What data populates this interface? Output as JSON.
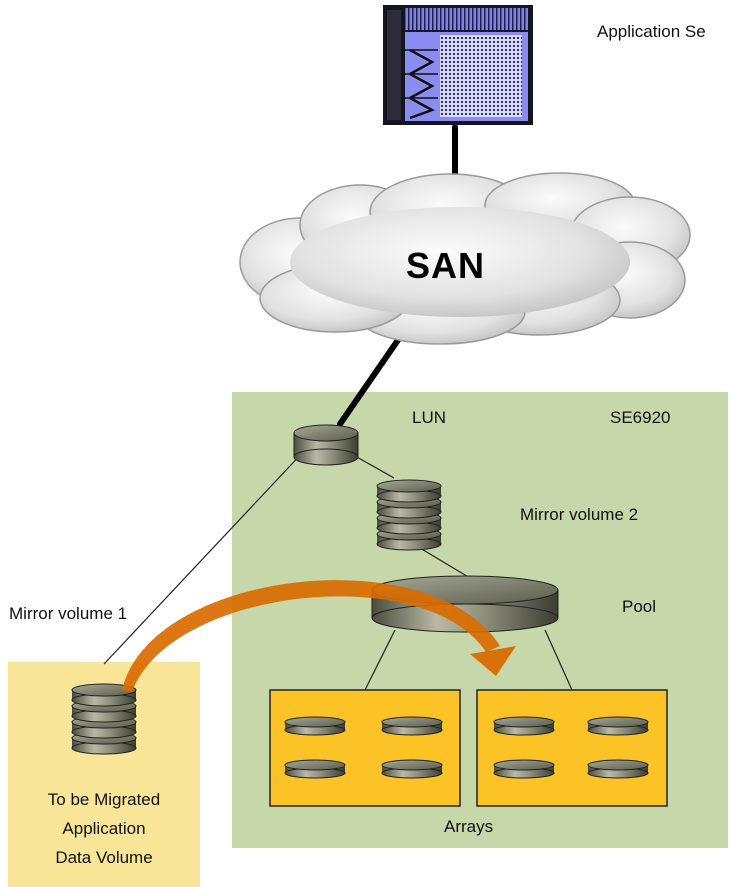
{
  "labels": {
    "app_server": "Application Se",
    "san": "SAN",
    "lun": "LUN",
    "se6920": "SE6920",
    "mirror_volume_2": "Mirror volume 2",
    "pool": "Pool",
    "mirror_volume_1": "Mirror volume 1",
    "migrated_line_1": "To be Migrated",
    "migrated_line_2": "Application",
    "migrated_line_3": "Data Volume",
    "arrays": "Arrays"
  },
  "colors": {
    "storage_box": "#c6d7a9",
    "migration_box": "#f8e598",
    "array_box": "#fbc326",
    "migration_arrow": "#d96b00",
    "server_accent": "#8a8cf0",
    "cloud": "#dedede"
  }
}
